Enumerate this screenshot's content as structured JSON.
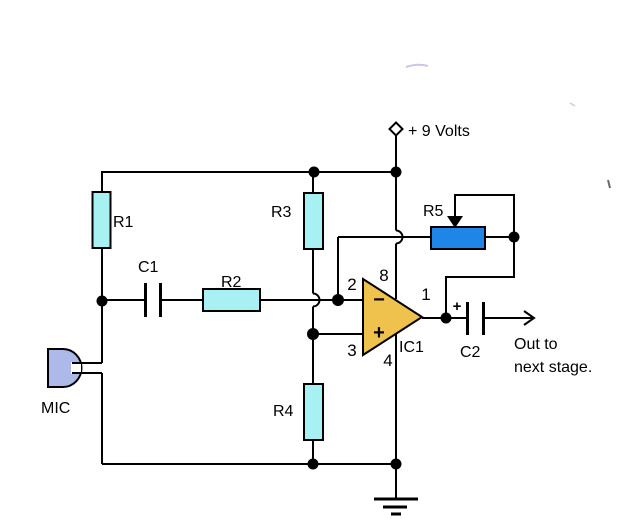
{
  "labels": {
    "supply": "+ 9 Volts",
    "r1": "R1",
    "r2": "R2",
    "r3": "R3",
    "r4": "R4",
    "r5": "R5",
    "c1": "C1",
    "c2": "C2",
    "ic1": "IC1",
    "mic": "MIC",
    "out_line1": "Out to",
    "out_line2": "next stage."
  },
  "pins": {
    "inverting": "2",
    "noninverting": "3",
    "output": "1",
    "vplus": "8",
    "vminus": "4"
  },
  "signs": {
    "inverting_input": "−",
    "noninverting_input": "+",
    "c2_polarity": "+"
  },
  "colors": {
    "wire": "#000000",
    "resistor_fill": "#a7f1f2",
    "pot_fill": "#1f86e8",
    "opamp_fill": "#eec24d",
    "mic_fill": "#adb9e8",
    "background": "#ffffff"
  }
}
